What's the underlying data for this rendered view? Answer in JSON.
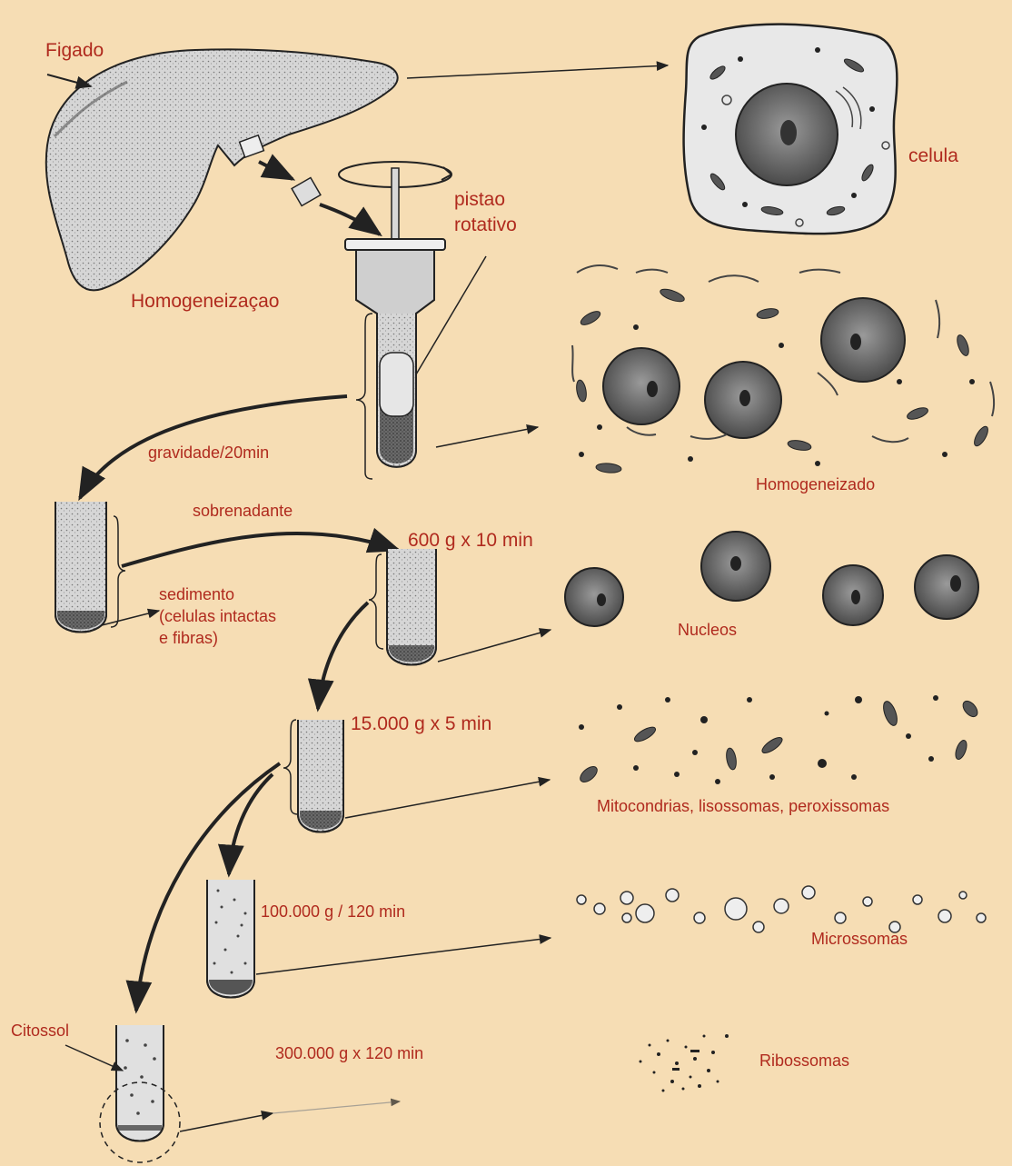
{
  "diagram": {
    "labels": {
      "figado": "Figado",
      "celula": "celula",
      "pistao_line1": "pistao",
      "pistao_line2": "rotativo",
      "homogeneizacao": "Homogeneizaçao",
      "gravidade": "gravidade/20min",
      "homogeneizado": "Homogeneizado",
      "sobrenadante": "sobrenadante",
      "sedimento_line1": "sedimento",
      "sedimento_line2": "(celulas intactas",
      "sedimento_line3": "e fibras)",
      "nucleos": "Nucleos",
      "mitocondrias": "Mitocondrias, lisossomas, peroxissomas",
      "microssomas": "Microssomas",
      "citossol": "Citossol",
      "ribossomas": "Ribossomas"
    },
    "steps": {
      "step1": "600 g x 10 min",
      "step2": "15.000 g x 5 min",
      "step3": "100.000 g / 120 min",
      "step4": "300.000 g x 120 min"
    },
    "colors": {
      "background": "#f6ddb4",
      "label": "#b02a1e",
      "ink": "#1f1f1f",
      "tissue": "#8f8f8f"
    }
  }
}
